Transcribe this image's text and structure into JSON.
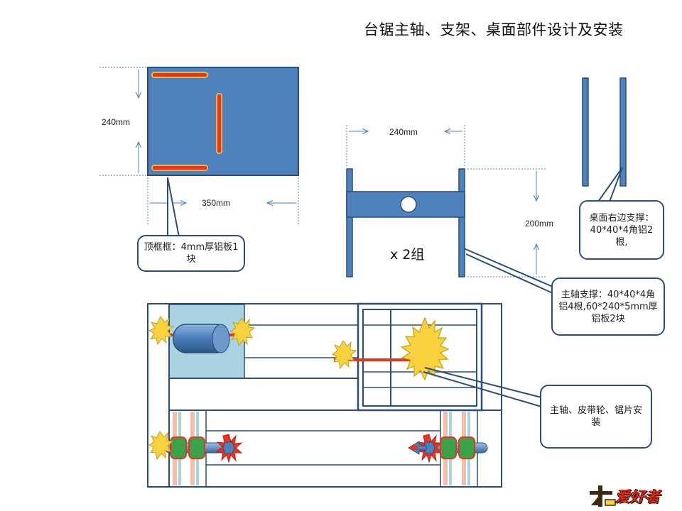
{
  "title": "台锯主轴、支架、桌面部件设计及安装",
  "top_frame": {
    "height_label": "240mm",
    "width_label": "350mm",
    "callout": "顶框框：4mm厚铝板1块"
  },
  "spindle_bracket": {
    "width_label": "240mm",
    "height_label": "200mm",
    "multiplier": "x 2组",
    "callout": "主轴支撑：40*40*4角铝4根,60*240*5mm厚铝板2块"
  },
  "right_support": {
    "callout": "桌面右边支撑：40*40*4角铝2根,"
  },
  "assembly": {
    "callout": "主轴、皮带轮、锯片安装"
  },
  "logo": {
    "text": "爱好者",
    "mark": "木工"
  },
  "colors": {
    "panel_blue": "#4f81bd",
    "panel_border": "#2a4d7a",
    "slot_red": "#e8341c",
    "slot_yellow": "#f7d23e",
    "motor_bg": "#a9d3e3",
    "gear_yellow": "#f7d23e"
  }
}
